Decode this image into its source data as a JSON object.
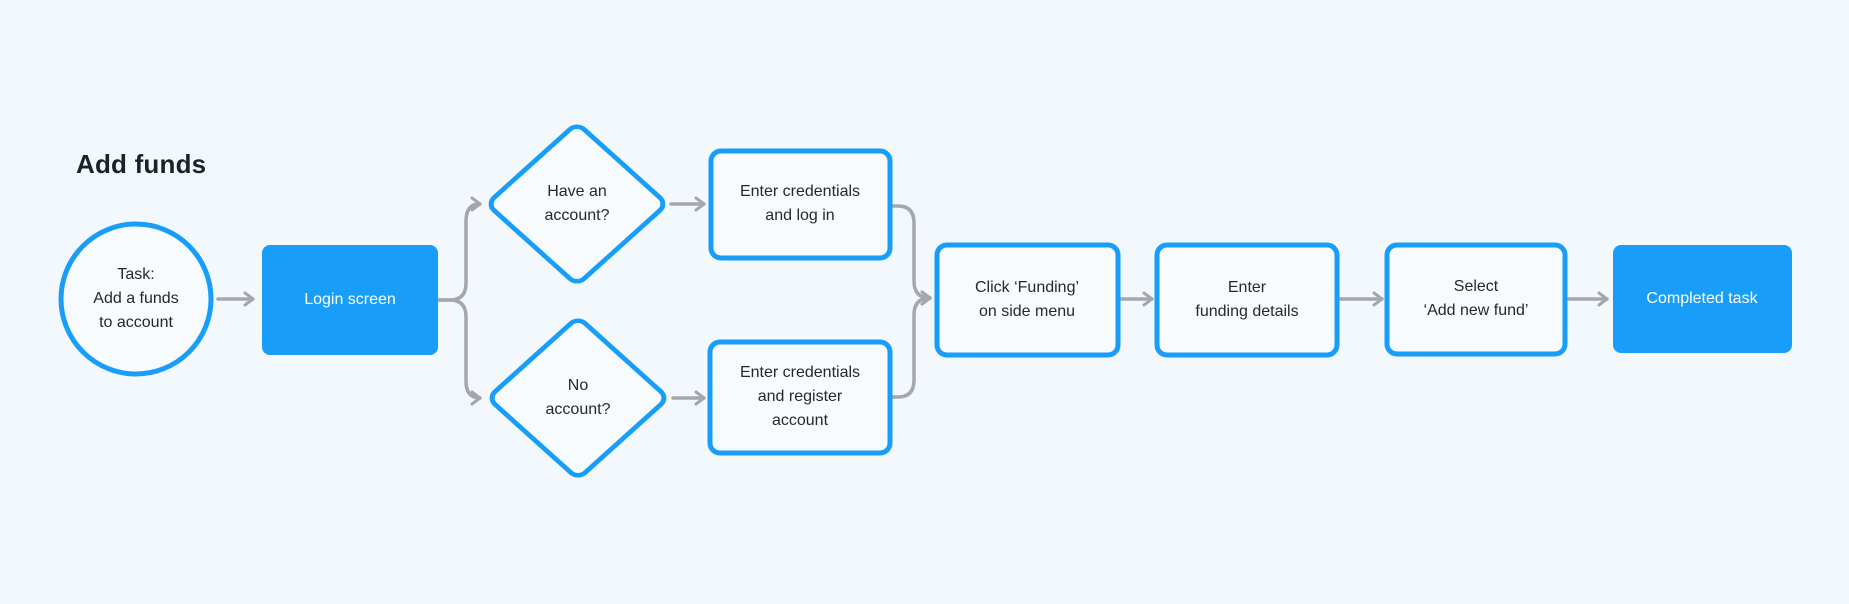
{
  "title": "Add funds",
  "colors": {
    "background": "#F2F8FC",
    "accent_blue": "#189EF8",
    "node_fill": "#F7FBFE",
    "connector_gray": "#A4A7AB",
    "text_dark": "#242930",
    "text_inverse": "#FFFFFF"
  },
  "nodes": {
    "start": {
      "type": "start-circle",
      "lines": [
        "Task:",
        "Add a funds",
        "to account"
      ]
    },
    "login": {
      "type": "process-filled",
      "label": "Login screen"
    },
    "have_account": {
      "type": "decision-diamond",
      "lines": [
        "Have an",
        "account?"
      ]
    },
    "no_account": {
      "type": "decision-diamond",
      "lines": [
        "No",
        "account?"
      ]
    },
    "log_in": {
      "type": "process",
      "lines": [
        "Enter credentials",
        "and log in"
      ]
    },
    "register": {
      "type": "process",
      "lines": [
        "Enter credentials",
        "and register",
        "account"
      ]
    },
    "funding": {
      "type": "process",
      "lines": [
        "Click ‘Funding’",
        "on side menu"
      ]
    },
    "details": {
      "type": "process",
      "lines": [
        "Enter",
        "funding details"
      ]
    },
    "select": {
      "type": "process",
      "lines": [
        "Select",
        "‘Add new fund’"
      ]
    },
    "completed": {
      "type": "process-filled",
      "label": "Completed task"
    }
  }
}
